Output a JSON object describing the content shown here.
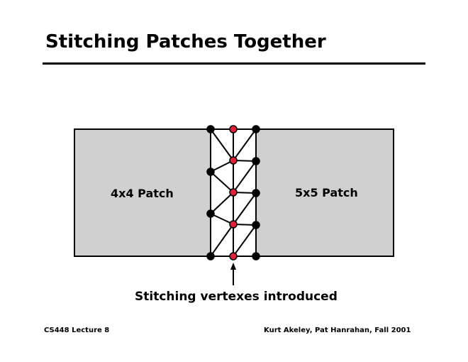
{
  "title": "Stitching Patches Together",
  "left_patch": "4x4 Patch",
  "right_patch": "5x5 Patch",
  "caption": "Stitching vertexes introduced",
  "footer_left": "CS448 Lecture 8",
  "footer_right": "Kurt Akeley, Pat Hanrahan, Fall 2001",
  "colors": {
    "patch": "#d0d0d0",
    "stitch_vertex": "#e0203a",
    "vertex": "#000000"
  }
}
